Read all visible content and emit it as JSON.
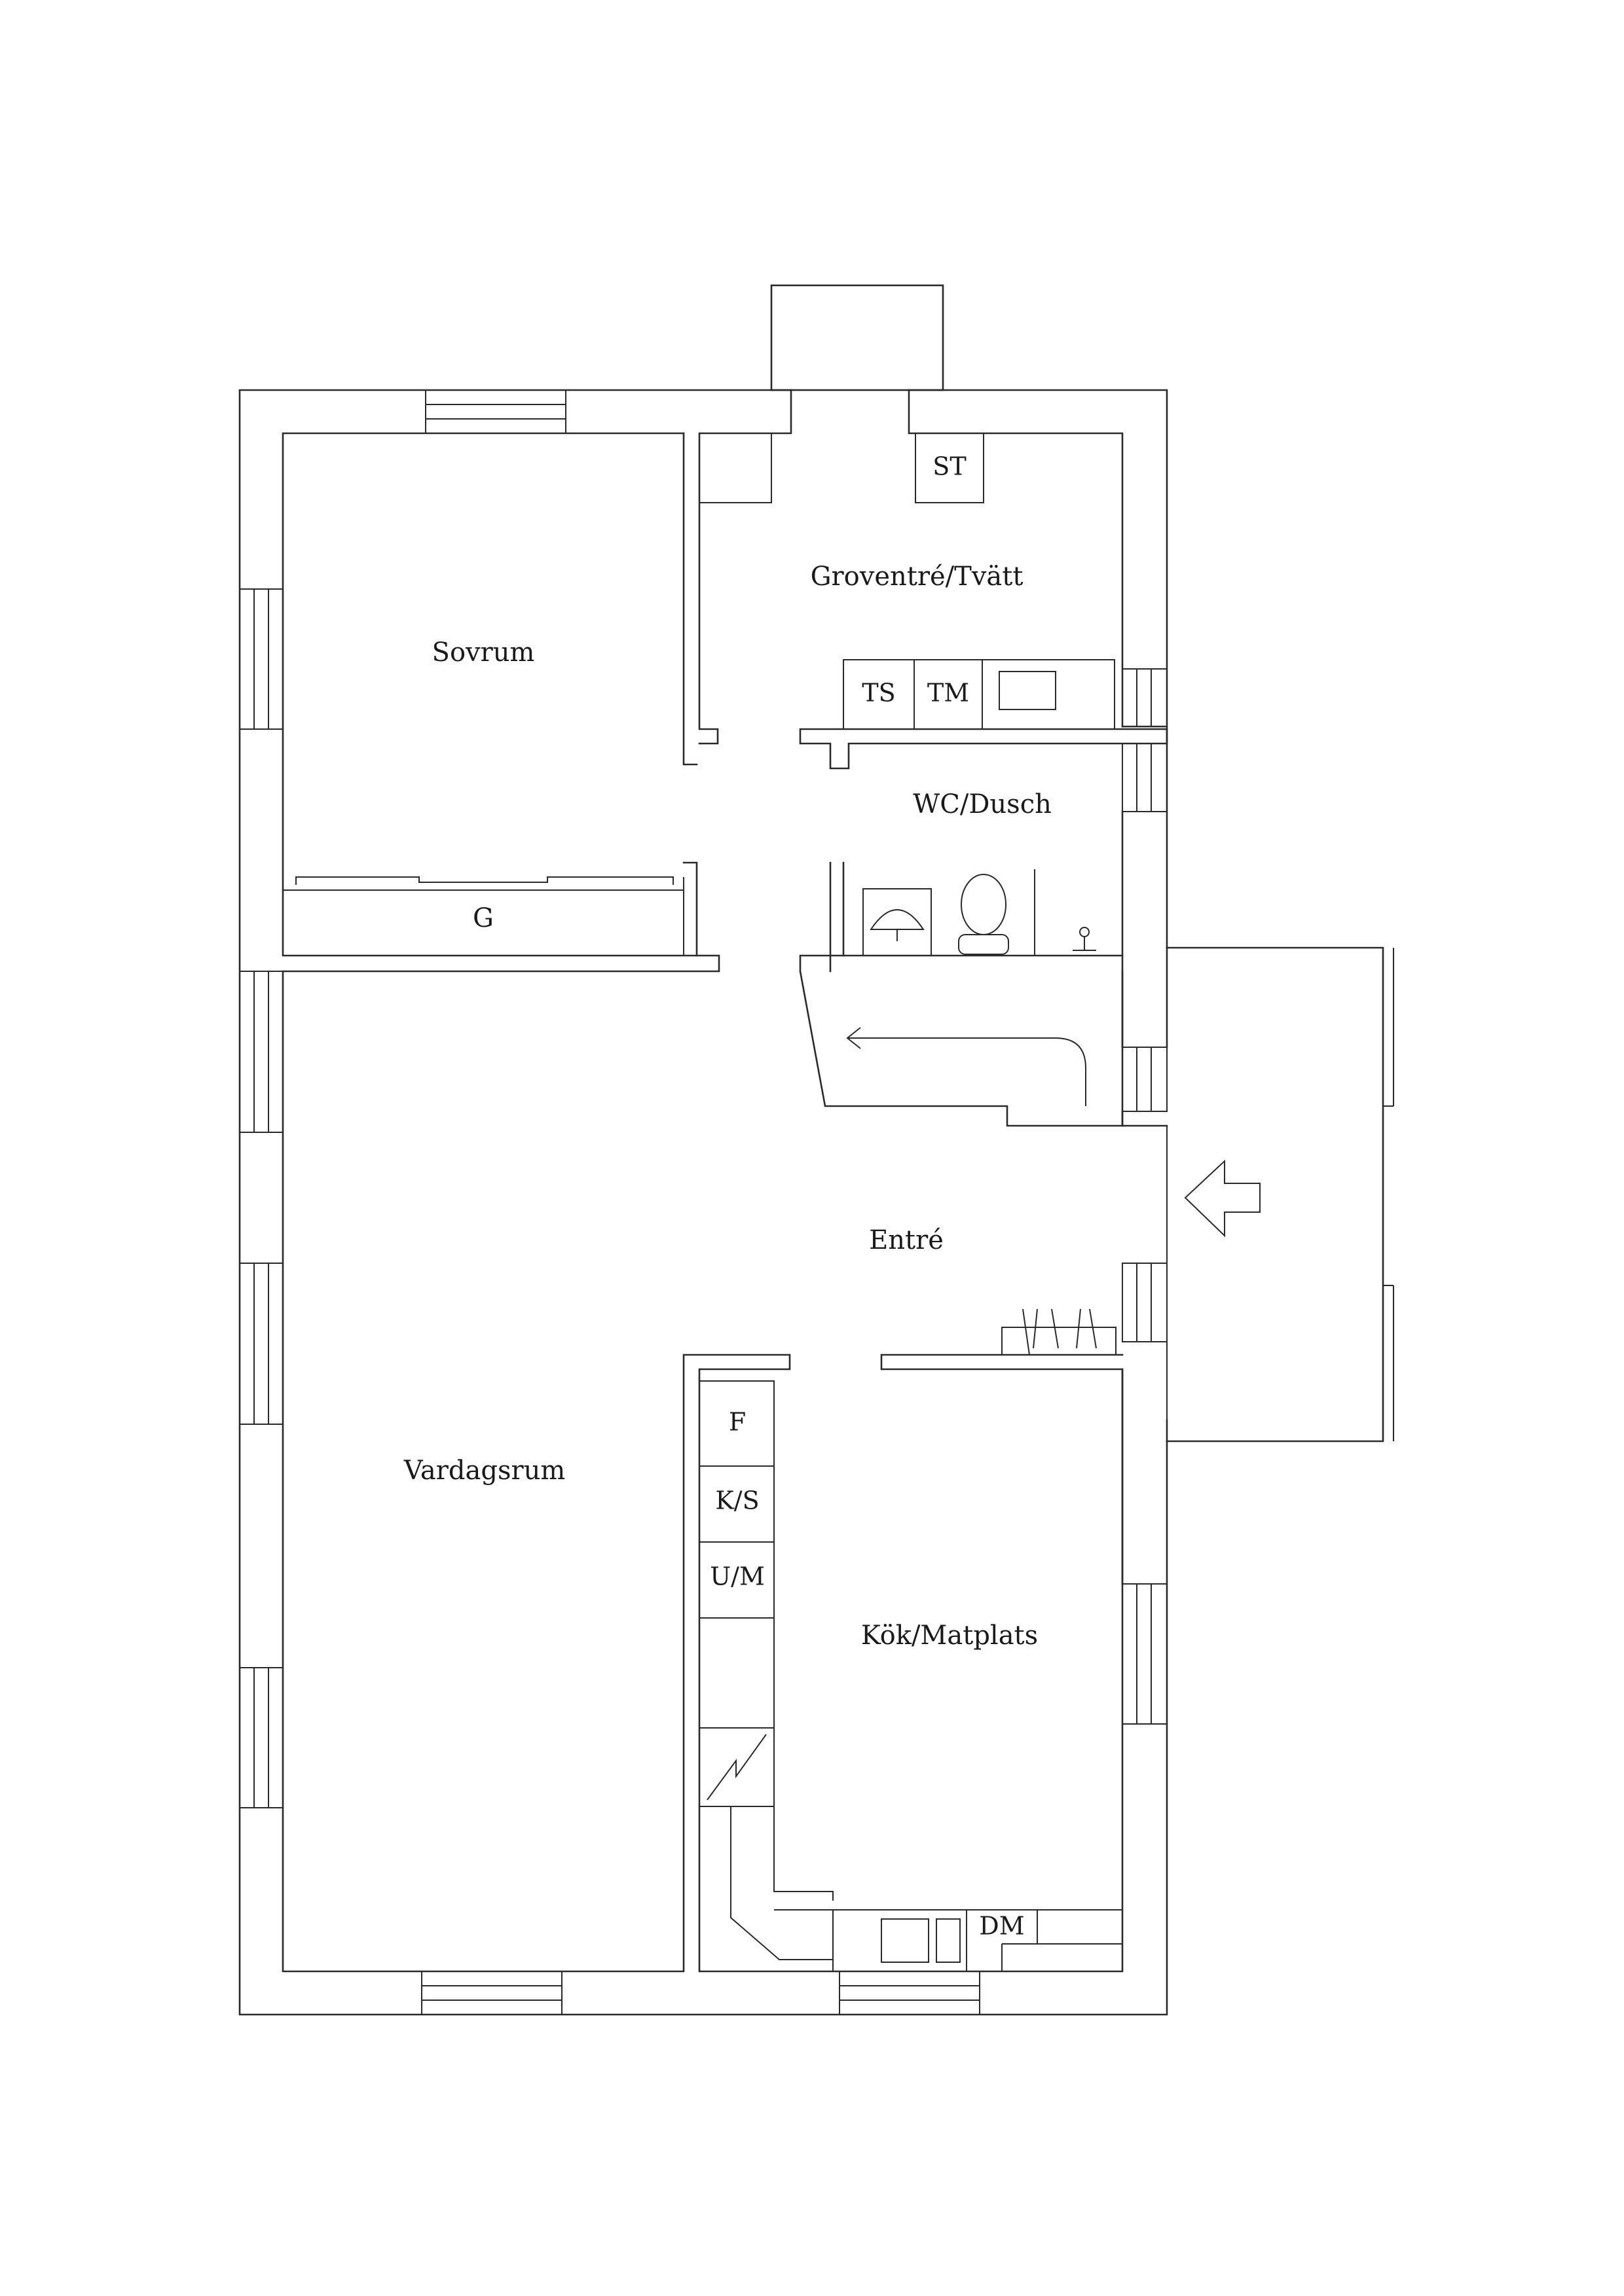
{
  "rooms": {
    "sovrum": "Sovrum",
    "garderob": "G",
    "groventre": "Groventré/Tvätt",
    "wc": "WC/Dusch",
    "entre": "Entré",
    "vardagsrum": "Vardagsrum",
    "kok": "Kök/Matplats"
  },
  "fixtures": {
    "st": "ST",
    "ts": "TS",
    "tm": "TM",
    "f": "F",
    "ks": "K/S",
    "um": "U/M",
    "dm": "DM"
  },
  "icons": {
    "entrance_arrow": "arrow-left-icon",
    "stair_arrow": "stair-direction-icon",
    "fireplace": "fireplace-icon"
  },
  "colors": {
    "line": "#2a2a2a",
    "background": "#ffffff"
  }
}
